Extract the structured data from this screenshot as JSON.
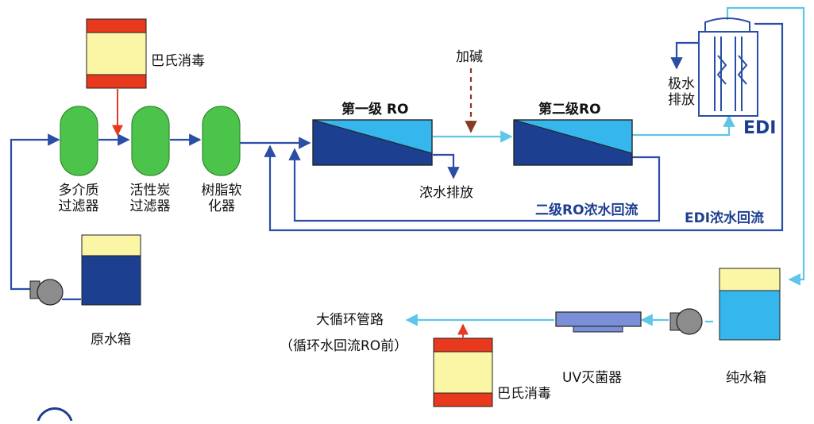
{
  "labels": {
    "pasteur_top": "巴氏消毒",
    "pasteur_bottom": "巴氏消毒",
    "multimedia_filter": "多介质过滤器",
    "carbon_filter": "活性炭过滤器",
    "resin_softener": "树脂软化器",
    "ro_stage1": "第一级 RO",
    "ro_stage2": "第二级RO",
    "add_alkali": "加碱",
    "concentrate_discharge": "浓水排放",
    "ro2_concentrate_return": "二级RO浓水回流",
    "edi_concentrate_return": "EDI浓水回流",
    "edi": "EDI",
    "electrode_water_discharge": "极水排放",
    "raw_water_tank": "原水箱",
    "pure_water_tank": "纯水箱",
    "uv_sterilizer": "UV灭菌器",
    "main_loop": "大循环管路",
    "main_loop_note": "（循环水回流RO前）"
  },
  "colors": {
    "pipe_blue": "#2a4ea6",
    "pipe_cyan": "#5ec6e8",
    "filter_green": "#4cc34a",
    "dark_blue": "#1d3f8f",
    "light_blue": "#35b6ec",
    "red": "#e8381e",
    "cream": "#fbf5a6",
    "dosing_brown": "#8a3a20",
    "pump_gray": "#8c8c8c"
  }
}
